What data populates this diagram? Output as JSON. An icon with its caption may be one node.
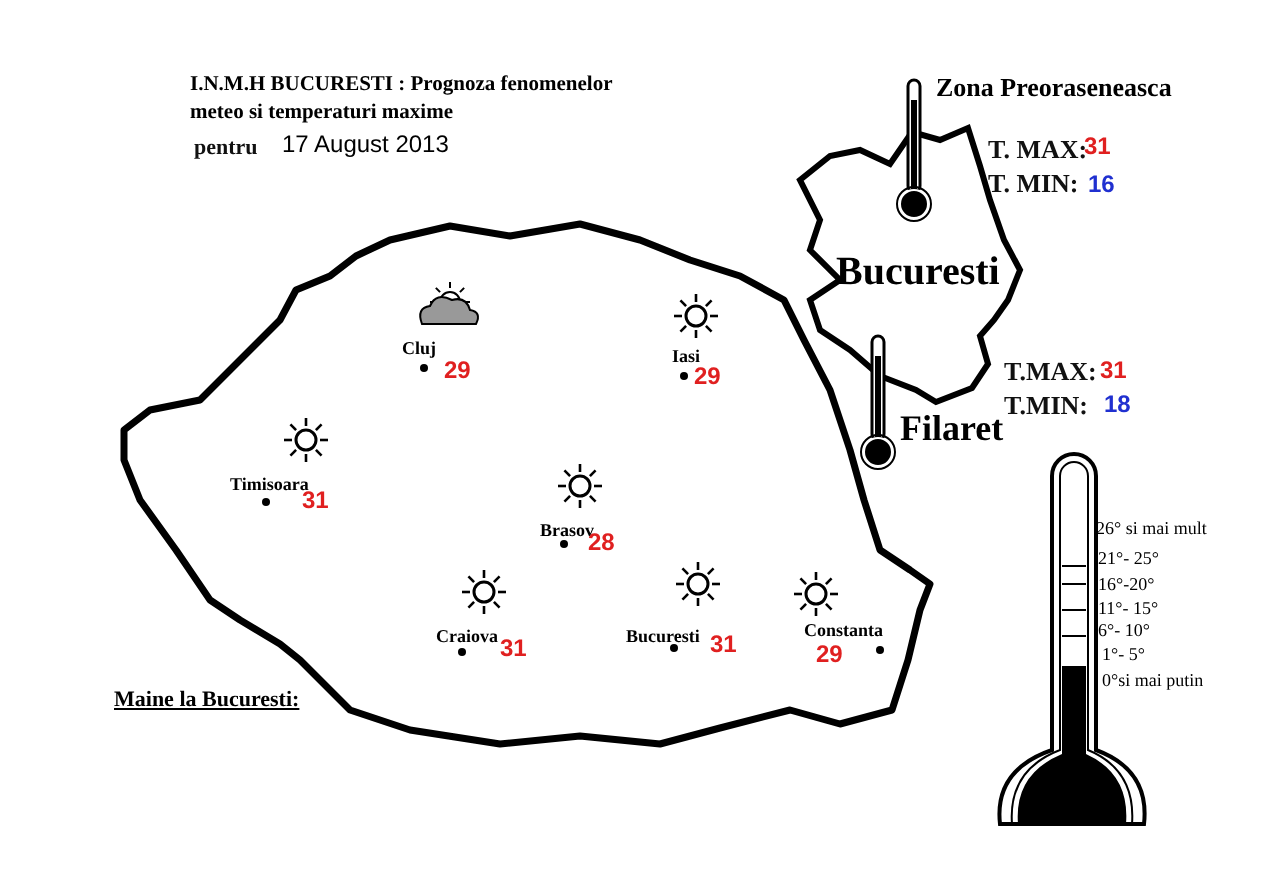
{
  "diagram": {
    "title": "I.N.M.H BUCURESTI : Prognoza fenomenelor meteo si temperaturi maxime",
    "nodes": [
      {
        "text": [
          "Bucuresti"
        ]
      }
    ],
    "edges": [],
    "labels": [
      "pentru",
      "17 August 2013",
      "Zona Preoraseneasca",
      "T. MAX:",
      "31",
      "T. MIN:",
      "16",
      "Cluj",
      "29",
      "Iasi",
      "29",
      "T.MAX:",
      "31",
      "T.MIN:",
      "18",
      "Filaret",
      "Timisoara",
      "31",
      "Brasov",
      "28",
      "26° si mai mult",
      "21°- 25°",
      "16°-20°",
      "11°- 15°",
      "6°- 10°",
      "1°- 5°",
      "0°si mai putin",
      "Craiova",
      "31",
      "Bucuresti",
      "31",
      "Constanta",
      "29",
      "Maine la Bucuresti:"
    ]
  }
}
